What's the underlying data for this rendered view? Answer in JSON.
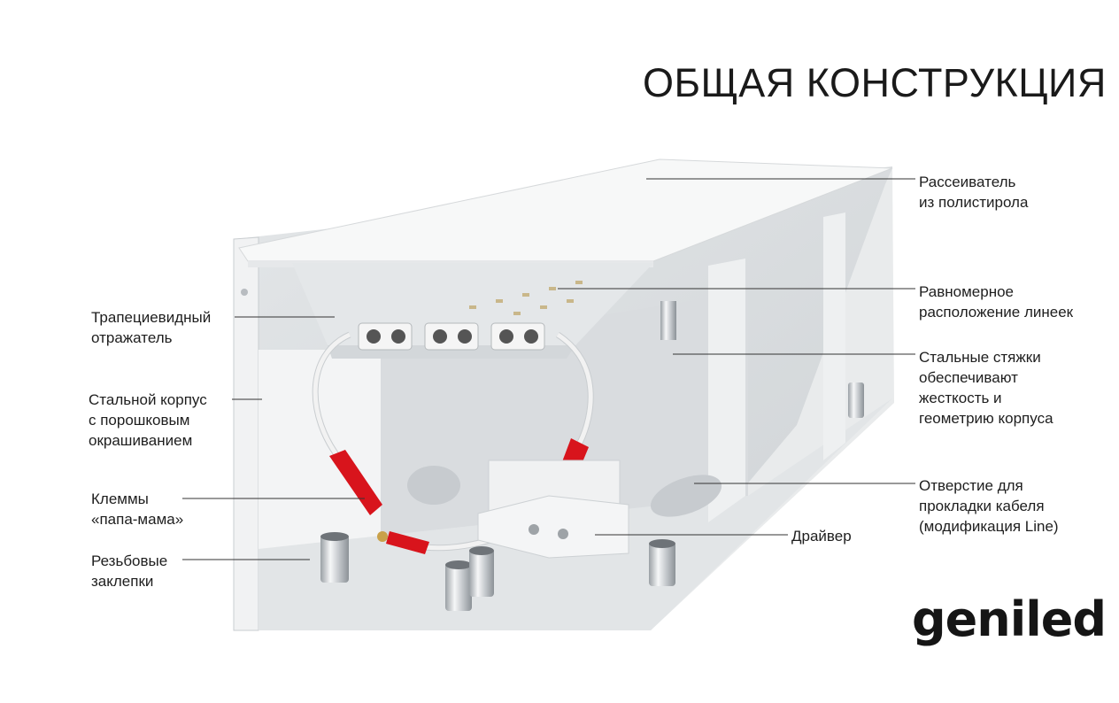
{
  "title": "ОБЩАЯ КОНСТРУКЦИЯ",
  "labels": {
    "diffuser": [
      "Рассеиватель",
      "из полистирола"
    ],
    "uniform_strips": [
      "Равномерное",
      "расположение линеек"
    ],
    "steel_ties": [
      "Стальные стяжки",
      "обеспечивают",
      "жесткость и",
      "геометрию корпуса"
    ],
    "cable_hole": [
      "Отверстие для",
      "прокладки кабеля",
      "(модификация Line)"
    ],
    "driver": [
      "Драйвер"
    ],
    "reflector": [
      "Трапециевидный",
      "отражатель"
    ],
    "steel_body": [
      "Стальной корпус",
      "с порошковым",
      "окрашиванием"
    ],
    "terminals": [
      "Клеммы",
      "«папа-мама»"
    ],
    "rivets": [
      "Резьбовые",
      "заклепки"
    ]
  },
  "logo": "geniled",
  "colors": {
    "connector_red": "#d8141c",
    "housing": "#eceeef",
    "line": "#333333"
  }
}
